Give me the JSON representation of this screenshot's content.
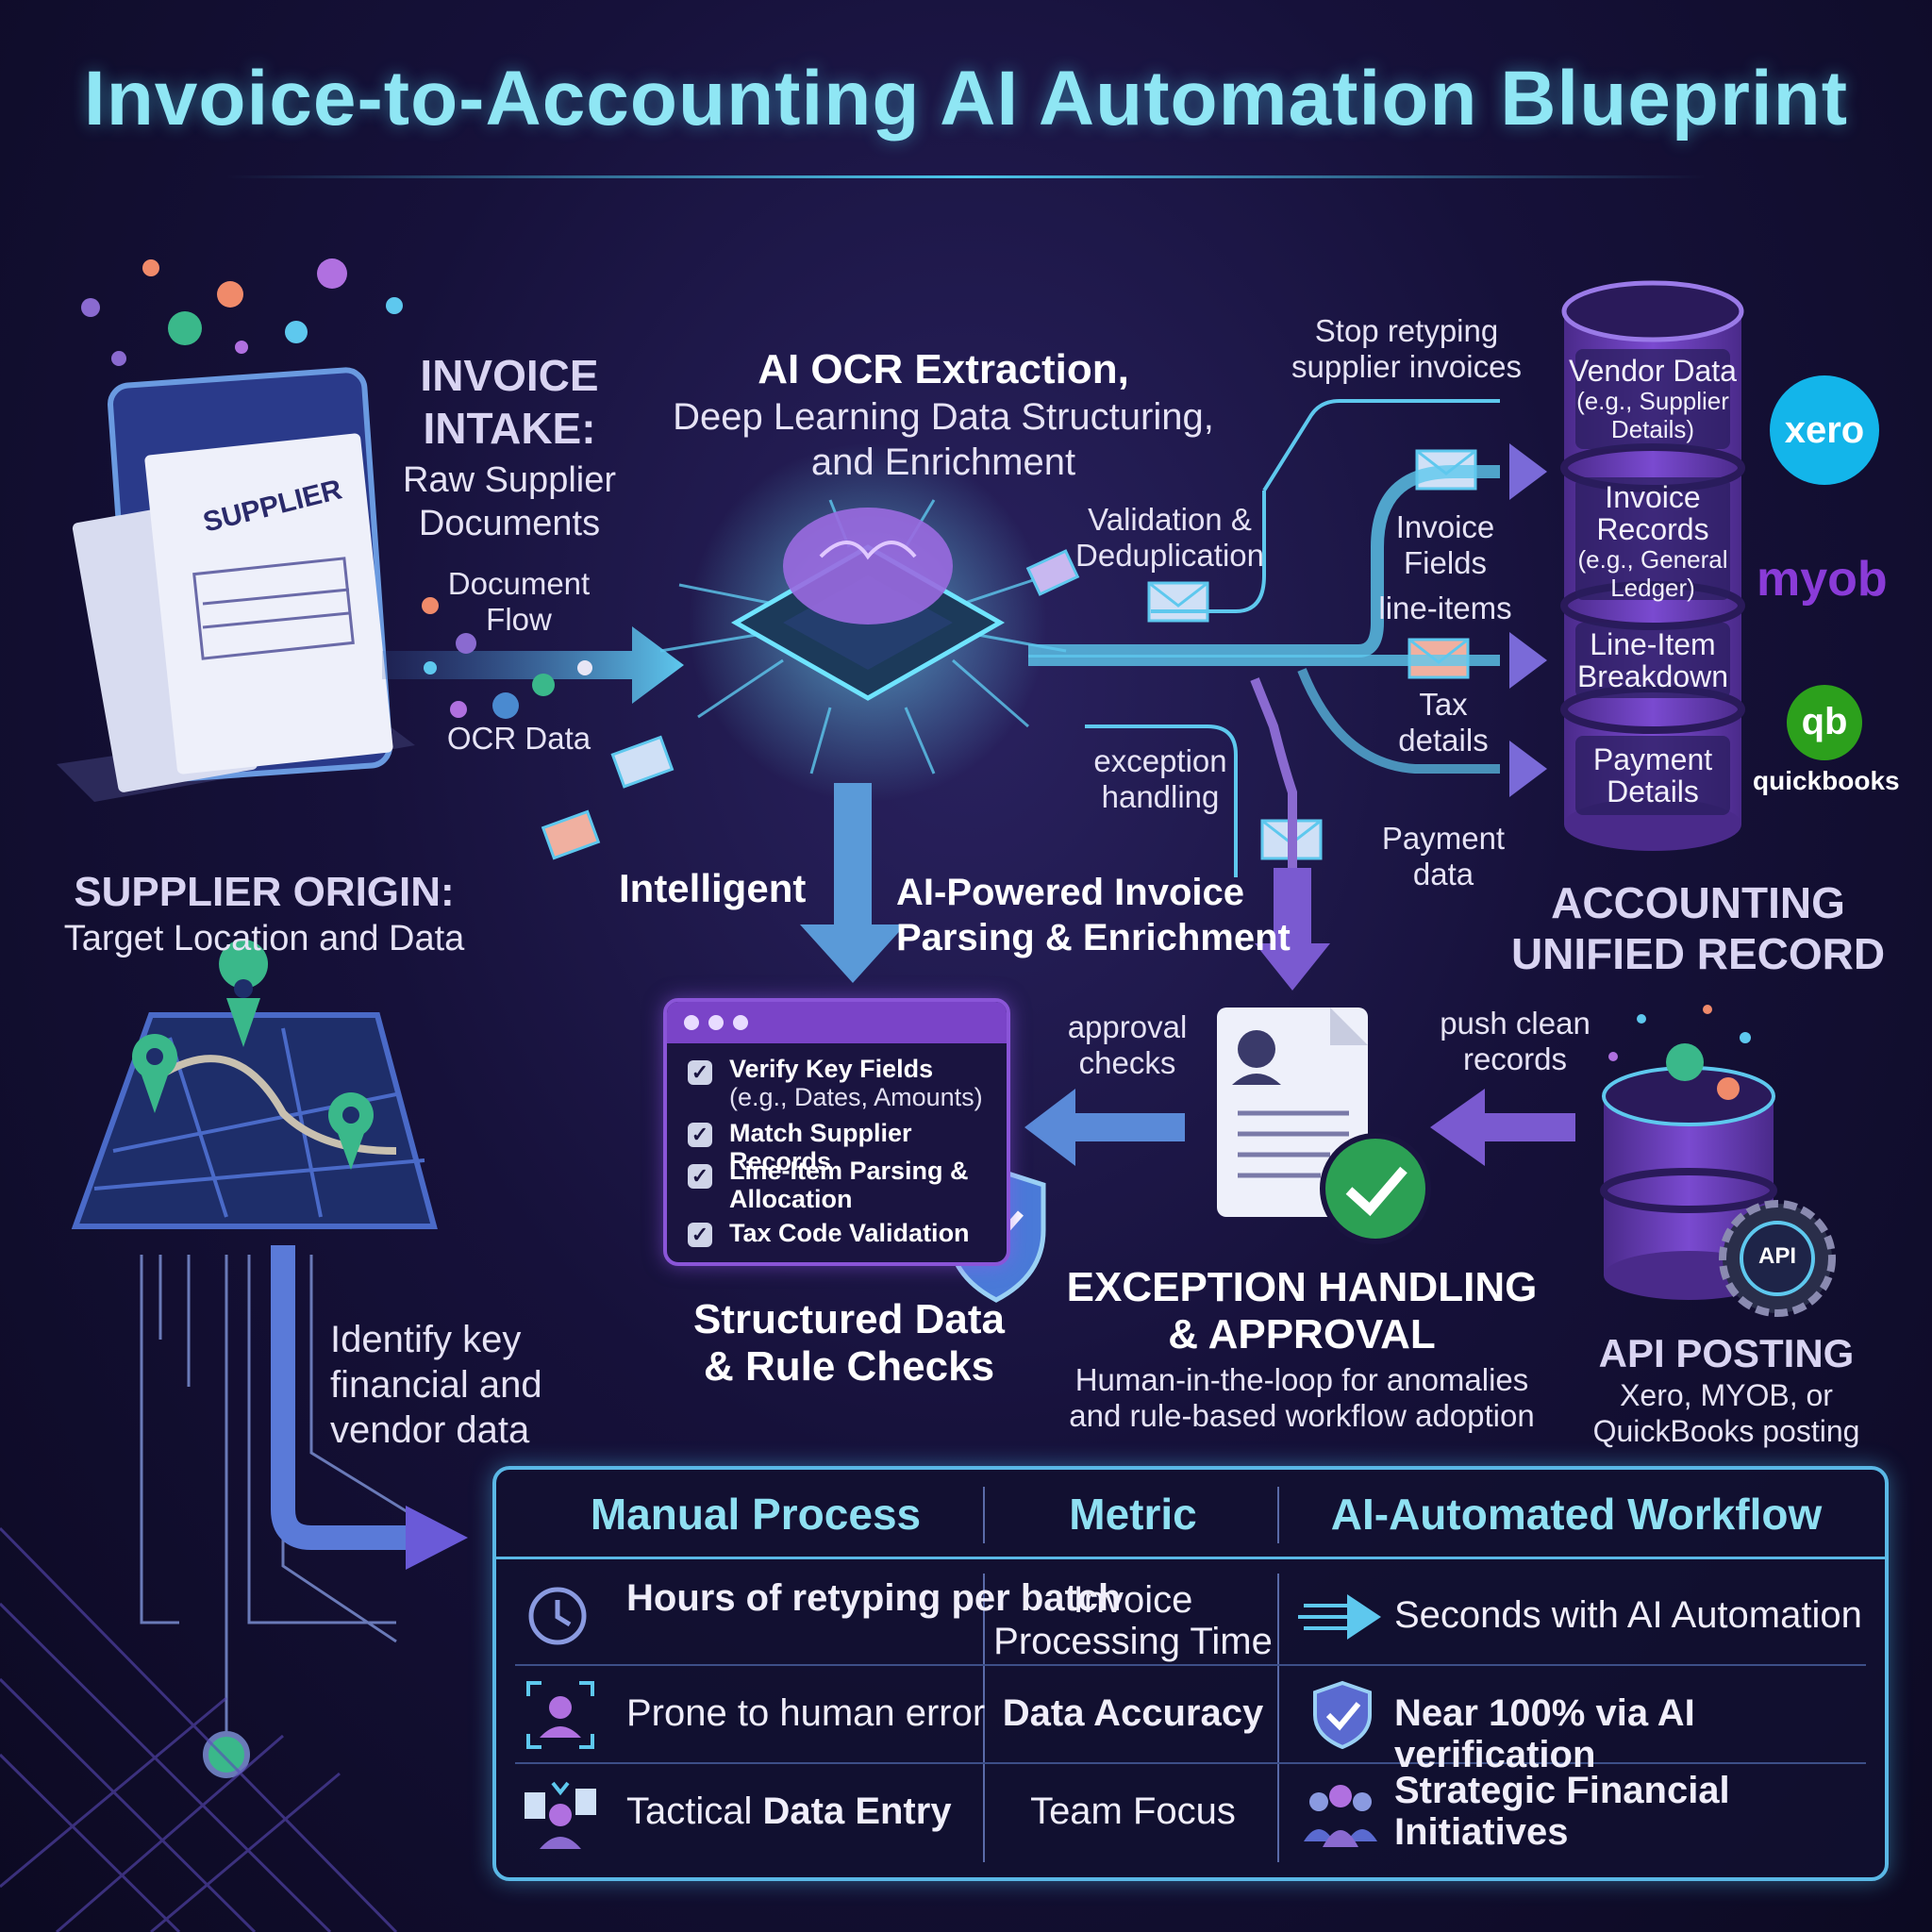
{
  "title": "Invoice-to-Accounting AI Automation Blueprint",
  "intake": {
    "title_line1": "INVOICE",
    "title_line2": "INTAKE:",
    "sub_line1": "Raw Supplier",
    "sub_line2": "Documents",
    "doc_text": "SUPPLIER"
  },
  "flow_labels": {
    "document_flow_1": "Document",
    "document_flow_2": "Flow",
    "ocr_data": "OCR Data"
  },
  "ocr": {
    "title": "AI OCR Extraction,",
    "sub_line1": "Deep Learning Data Structuring,",
    "sub_line2": "and Enrichment"
  },
  "branch_labels": {
    "stop_1": "Stop retyping",
    "stop_2": "supplier invoices",
    "validation_1": "Validation &",
    "validation_2": "Deduplication",
    "invoice_fields_1": "Invoice",
    "invoice_fields_2": "Fields",
    "line_items": "line-items",
    "tax_1": "Tax",
    "tax_2": "details",
    "exception_1": "exception",
    "exception_2": "handling",
    "payment_1": "Payment",
    "payment_2": "data"
  },
  "database": {
    "layers": [
      {
        "label": "Vendor Data",
        "sub1": "(e.g., Supplier",
        "sub2": "Details)"
      },
      {
        "label": "Invoice",
        "label2": "Records",
        "sub1": "(e.g., General",
        "sub2": "Ledger)"
      },
      {
        "label": "Line-Item",
        "label2": "Breakdown"
      },
      {
        "label": "Payment",
        "label2": "Details"
      }
    ],
    "title_line1": "ACCOUNTING",
    "title_line2": "UNIFIED RECORD"
  },
  "logos": {
    "xero": "xero",
    "myob": "myob",
    "qb_mark": "qb",
    "qb_text": "quickbooks"
  },
  "supplier_origin": {
    "title": "SUPPLIER ORIGIN:",
    "sub": "Target Location and Data"
  },
  "parsing": {
    "intelligent": "Intelligent",
    "line1": "AI-Powered Invoice",
    "line2": "Parsing & Enrichment"
  },
  "checklist": {
    "items": [
      {
        "text": "Verify Key Fields",
        "sub": "(e.g., Dates, Amounts)"
      },
      {
        "text": "Match Supplier Records"
      },
      {
        "text": "Line-Item Parsing &",
        "text2": "Allocation"
      },
      {
        "text": "Tax Code Validation"
      }
    ],
    "check_glyph": "✓"
  },
  "structured": {
    "line1": "Structured Data",
    "line2": "& Rule Checks"
  },
  "approval_checks": {
    "line1": "approval",
    "line2": "checks"
  },
  "push_clean": {
    "line1": "push clean",
    "line2": "records"
  },
  "exception": {
    "line1": "EXCEPTION HANDLING",
    "line2": "& APPROVAL",
    "sub1": "Human-in-the-loop for anomalies",
    "sub2": "and rule-based workflow adoption"
  },
  "api": {
    "badge": "API",
    "title": "API POSTING",
    "sub1": "Xero, MYOB, or",
    "sub2": "QuickBooks posting"
  },
  "identify": {
    "line1": "Identify key",
    "line2": "financial and",
    "line3": "vendor data"
  },
  "table": {
    "headers": [
      "Manual Process",
      "Metric",
      "AI-Automated Workflow"
    ],
    "rows": [
      {
        "manual": "Hours of retyping per batch",
        "metric_1": "Invoice",
        "metric_2": "Processing Time",
        "ai": "Seconds with AI Automation",
        "manual_icon": "clock-icon",
        "ai_icon": "speed-arrow-icon"
      },
      {
        "manual": "Prone to human error",
        "metric_1": "Data Accuracy",
        "ai": "Near 100% via AI verification",
        "manual_icon": "person-focus-icon",
        "ai_icon": "shield-check-icon"
      },
      {
        "manual_1": "Tactical ",
        "manual_2": "Data Entry",
        "metric_1": "Team Focus",
        "ai": "Strategic Financial Initiatives",
        "manual_icon": "person-docs-icon",
        "ai_icon": "team-icon"
      }
    ]
  },
  "colors": {
    "accent_cyan": "#8fe6f4",
    "accent_purple": "#8a55d8",
    "background": "#120e2a",
    "xero": "#13b5ea",
    "myob": "#8a3bd8",
    "quickbooks": "#2ca01c"
  }
}
